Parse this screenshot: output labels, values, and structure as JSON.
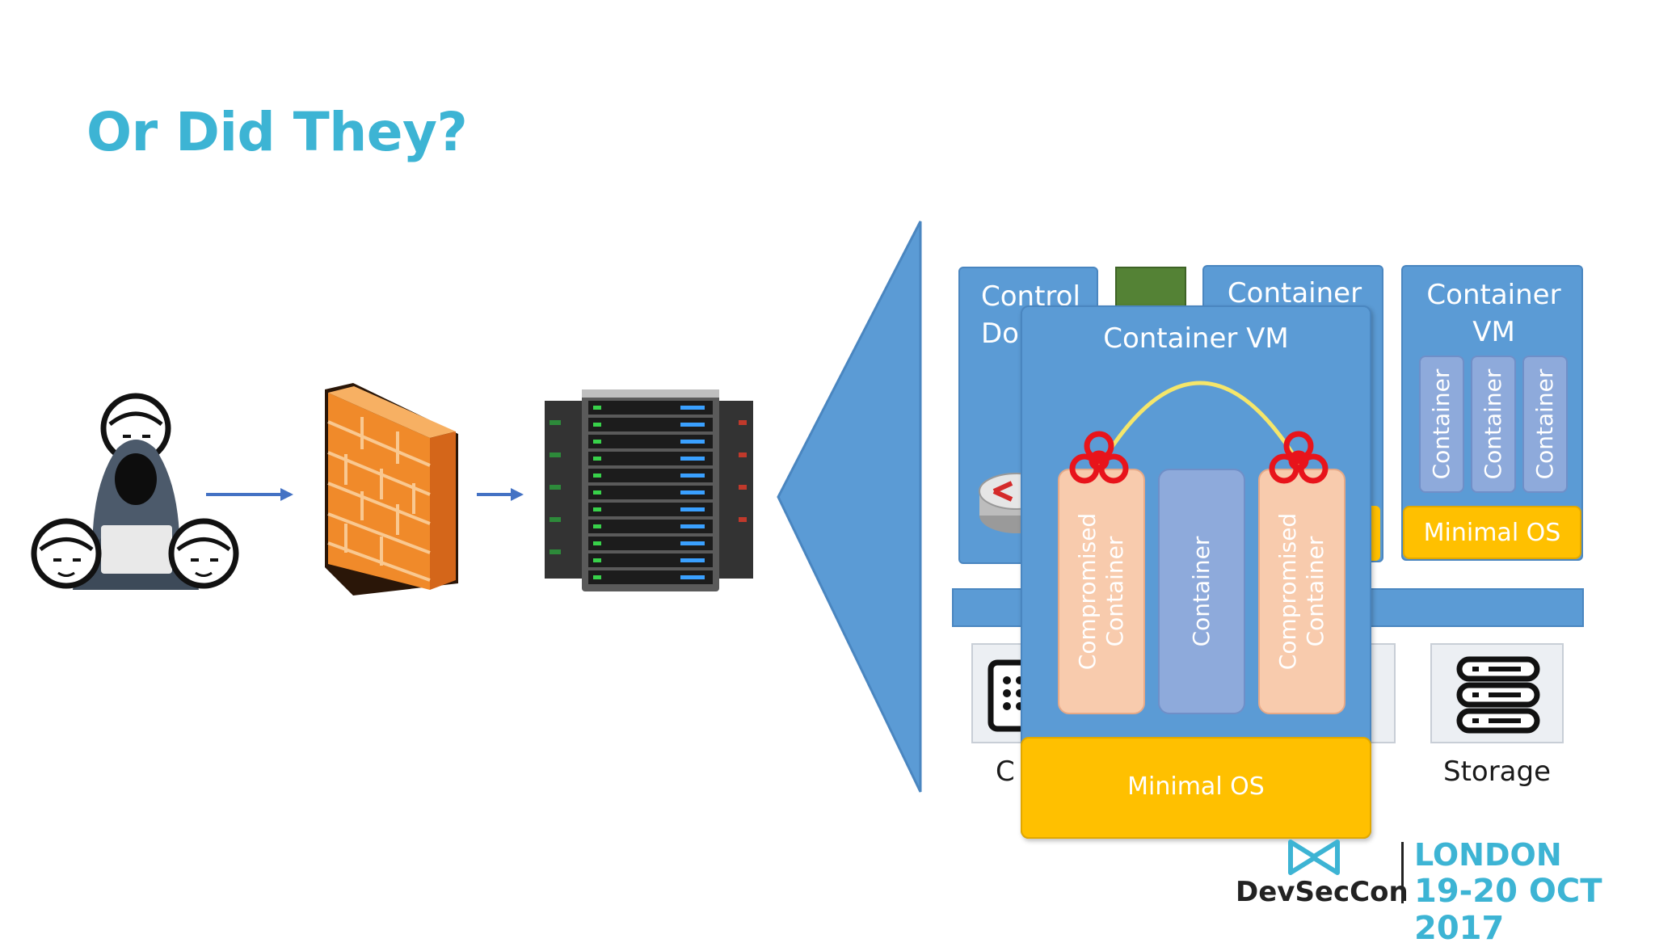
{
  "slide": {
    "title": "Or Did They?"
  },
  "bg_boxes": {
    "control_domain": "Control\nDom",
    "container_vm_mid": "Container",
    "container_vm_right_title": "Container\nVM",
    "right_containers": [
      "Container",
      "Container",
      "Container"
    ],
    "right_minimal_os": "Minimal OS",
    "storage": "Storage",
    "compute_partial": "C"
  },
  "front_vm": {
    "title": "Container VM",
    "containers": [
      {
        "label": "Compromised\nContainer",
        "compromised": true
      },
      {
        "label": "Container",
        "compromised": false
      },
      {
        "label": "Compromised\nContainer",
        "compromised": true
      }
    ],
    "minimal_os": "Minimal OS"
  },
  "branding": {
    "logo": "DevSecCon",
    "city": "LONDON",
    "dates": "19-20 OCT 2017"
  },
  "icons": [
    "hacker-icon",
    "firewall-icon",
    "server-rack-icon",
    "router-icon",
    "keypad-icon",
    "storage-icon",
    "biohazard-icon",
    "arrow-icon",
    "zoom-triangle-icon"
  ],
  "colors": {
    "title": "#3db4d4",
    "vm_blue": "#5b9bd5",
    "container_blue": "#8eaadb",
    "compromised_peach": "#f8cbad",
    "minimal_os_yellow": "#ffc000",
    "biohazard_red": "#e8141b",
    "connection_yellow": "#f5e66a",
    "network_green": "#548235"
  }
}
